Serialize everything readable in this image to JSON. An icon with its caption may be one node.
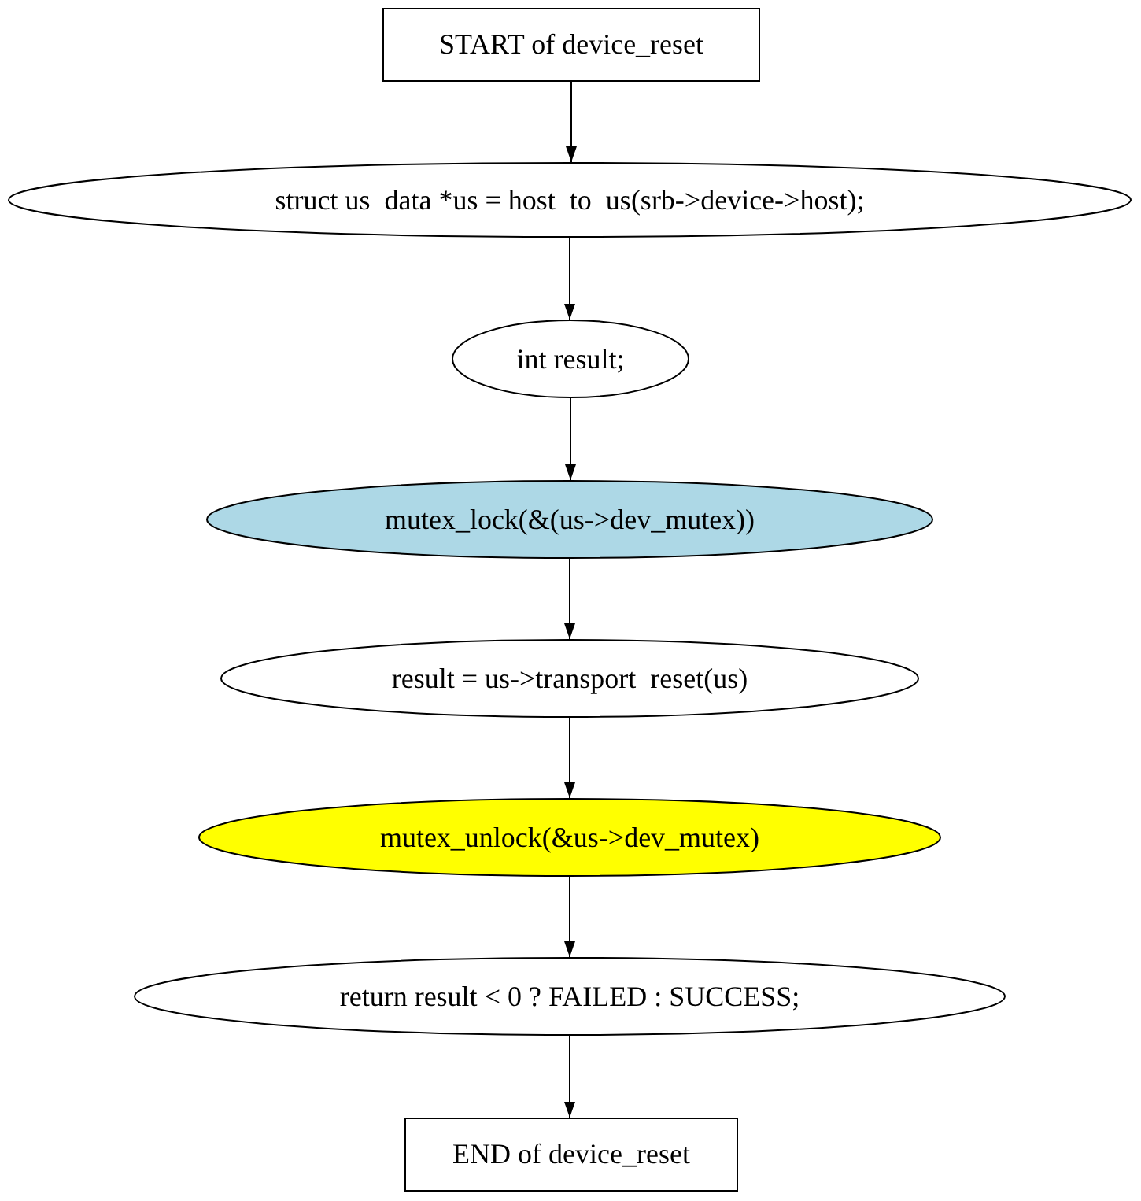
{
  "diagram": {
    "nodes": [
      {
        "text": [
          "START of device_reset"
        ]
      },
      {
        "text": [
          "struct us  data *us = host  to  us(srb->device->host);"
        ]
      },
      {
        "text": [
          "int result;"
        ]
      },
      {
        "text": [
          "mutex_lock(&(us->dev_mutex))"
        ]
      },
      {
        "text": [
          "result = us->transport  reset(us)"
        ]
      },
      {
        "text": [
          "mutex_unlock(&us->dev_mutex)"
        ]
      },
      {
        "text": [
          "return result < 0 ? FAILED : SUCCESS;"
        ]
      },
      {
        "text": [
          "END of device_reset"
        ]
      }
    ],
    "edges": [
      {
        "from": 0,
        "to": 1,
        "arrow": "to"
      },
      {
        "from": 1,
        "to": 2,
        "arrow": "to"
      },
      {
        "from": 2,
        "to": 3,
        "arrow": "to"
      },
      {
        "from": 3,
        "to": 4,
        "arrow": "to"
      },
      {
        "from": 4,
        "to": 5,
        "arrow": "to"
      },
      {
        "from": 5,
        "to": 6,
        "arrow": "to"
      },
      {
        "from": 6,
        "to": 7,
        "arrow": "to"
      }
    ]
  }
}
